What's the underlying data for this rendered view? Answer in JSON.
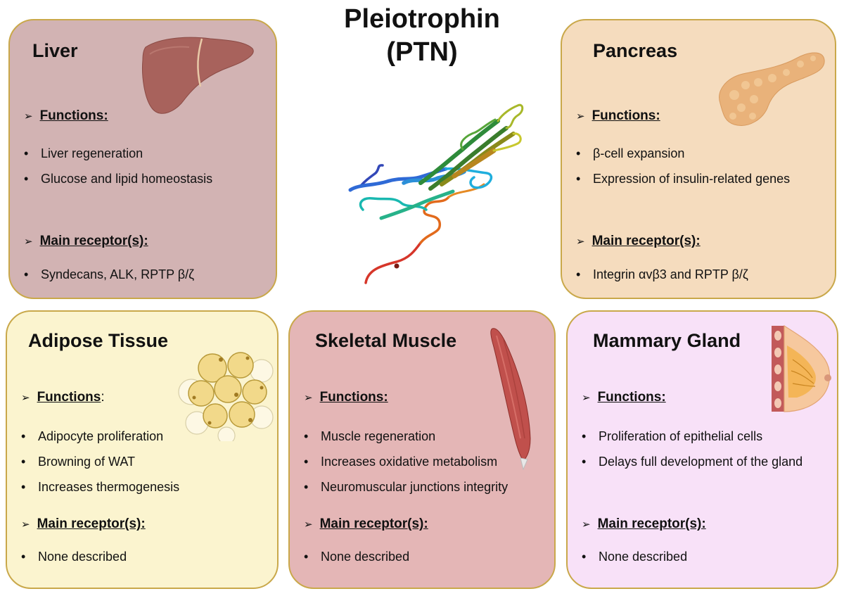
{
  "title": {
    "line1": "Pleiotrophin",
    "line2": "(PTN)"
  },
  "section_labels": {
    "functions": "Functions:",
    "functions_plain": "Functions",
    "colon": ":",
    "receptors": "Main receptor(s):"
  },
  "cards": {
    "liver": {
      "name": "Liver",
      "functions": [
        "Liver regeneration",
        "Glucose and lipid homeostasis"
      ],
      "receptors": [
        "Syndecans, ALK, RPTP β/ζ"
      ]
    },
    "pancreas": {
      "name": "Pancreas",
      "functions": [
        "β-cell expansion",
        "Expression of insulin-related genes"
      ],
      "receptors": [
        "Integrin αvβ3 and RPTP β/ζ"
      ]
    },
    "adipose": {
      "name": "Adipose Tissue",
      "functions": [
        "Adipocyte proliferation",
        "Browning of WAT",
        "Increases thermogenesis"
      ],
      "receptors": [
        "None described"
      ]
    },
    "muscle": {
      "name": "Skeletal Muscle",
      "functions": [
        "Muscle regeneration",
        "Increases oxidative metabolism",
        "Neuromuscular junctions integrity"
      ],
      "receptors": [
        "None described"
      ]
    },
    "mammary": {
      "name": "Mammary Gland",
      "functions": [
        "Proliferation of epithelial cells",
        "Delays full development of the gland"
      ],
      "receptors": [
        "None described"
      ]
    }
  },
  "icons": [
    "liver-icon",
    "pancreas-icon",
    "adipocytes-icon",
    "muscle-icon",
    "mammary-gland-icon",
    "protein-structure-icon"
  ],
  "colors": {
    "liver_bg": "#d2b3b3",
    "pancreas_bg": "#f5dcbe",
    "adipose_bg": "#fbf4cf",
    "muscle_bg": "#e4b6b6",
    "mammary_bg": "#f8e1f8",
    "border": "#c9a84a"
  }
}
